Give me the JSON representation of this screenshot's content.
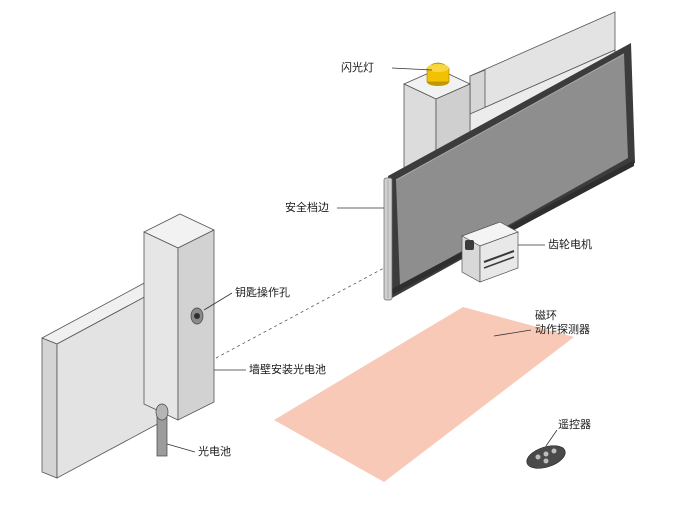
{
  "labels": {
    "flashing_light": "闪光灯",
    "safety_edge": "安全档边",
    "gear_motor": "齿轮电机",
    "key_switch": "钥匙操作孔",
    "wall_photocell": "墙壁安装光电池",
    "photocell": "光电池",
    "magnetic_loop_line1": "磁环",
    "magnetic_loop_line2": "动作探测器",
    "remote_control": "遥控器"
  },
  "colors": {
    "wall_fill": "#e3e3e3",
    "wall_stroke": "#555555",
    "gate_panel": "#8e8e8e",
    "gate_frame": "#3c3c3c",
    "motor_body": "#eeeeee",
    "detector_area": "#f8c9b6",
    "light_yellow": "#f2c200",
    "remote_body": "#4a4a4a"
  }
}
